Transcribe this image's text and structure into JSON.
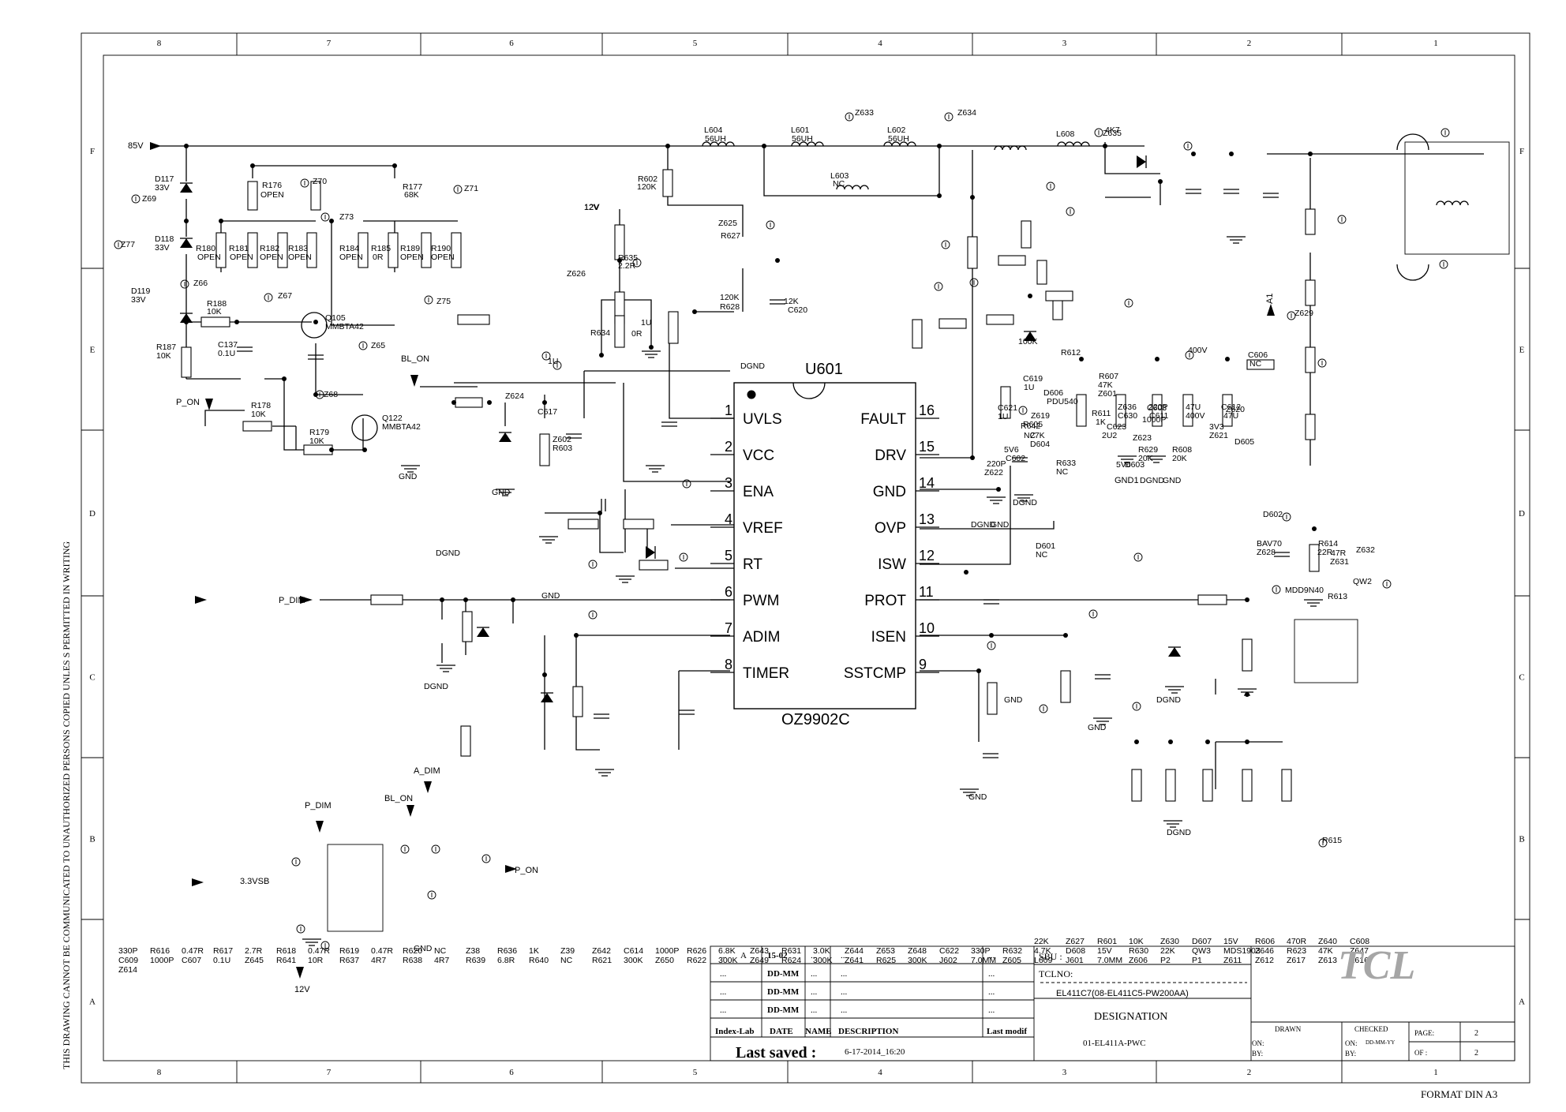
{
  "frame": {
    "columns": [
      "8",
      "7",
      "6",
      "5",
      "4",
      "3",
      "2",
      "1"
    ],
    "rows": [
      "F",
      "E",
      "D",
      "C",
      "B",
      "A"
    ],
    "side_note": "THIS DRAWING CANNOT BE COMMUNICATED TO UNAUTHORIZED PERSONS COPIED UNLES S PERMITTED IN WRITING",
    "format": "FORMAT DIN A3"
  },
  "ic": {
    "ref": "U601",
    "part": "OZ9902C",
    "left_pins": [
      {
        "n": "1",
        "name": "UVLS"
      },
      {
        "n": "2",
        "name": "VCC"
      },
      {
        "n": "3",
        "name": "ENA"
      },
      {
        "n": "4",
        "name": "VREF"
      },
      {
        "n": "5",
        "name": "RT"
      },
      {
        "n": "6",
        "name": "PWM"
      },
      {
        "n": "7",
        "name": "ADIM"
      },
      {
        "n": "8",
        "name": "TIMER"
      }
    ],
    "right_pins": [
      {
        "n": "16",
        "name": "FAULT"
      },
      {
        "n": "15",
        "name": "DRV"
      },
      {
        "n": "14",
        "name": "GND"
      },
      {
        "n": "13",
        "name": "OVP"
      },
      {
        "n": "12",
        "name": "ISW"
      },
      {
        "n": "11",
        "name": "PROT"
      },
      {
        "n": "10",
        "name": "ISEN"
      },
      {
        "n": "9",
        "name": "SSTCMP"
      }
    ]
  },
  "nets": {
    "v85": "85V",
    "v12": "12V",
    "p_on": "P_ON",
    "bl_on": "BL_ON",
    "p_dim": "P_DIM",
    "a_dim": "A_DIM",
    "v33sb": "3.3VSB",
    "gnd": "GND",
    "dgnd": "DGND",
    "gnd1": "GND1",
    "a1": "A1"
  },
  "labels": [
    "D117",
    "33V",
    "D118",
    "33V",
    "D119",
    "33V",
    "Z69",
    "Z77",
    "Z66",
    "Z70",
    "Z71",
    "Z73",
    "Z75",
    "Z67",
    "Z65",
    "Z68",
    "R176",
    "OPEN",
    "R177",
    "68K",
    "R180",
    "OPEN",
    "R181",
    "OPEN",
    "R182",
    "OPEN",
    "R183",
    "OPEN",
    "R184",
    "OPEN",
    "R185",
    "0R",
    "R189",
    "OPEN",
    "R190",
    "OPEN",
    "R188",
    "10K",
    "Q105",
    "MMBTA42",
    "R187",
    "10K",
    "C137",
    "0.1U",
    "R178",
    "10K",
    "R179",
    "10K",
    "Q122",
    "MMBTA42",
    "L604",
    "56UH",
    "L601",
    "56UH",
    "L602",
    "56UH",
    "L603",
    "NC",
    "L608",
    "Z633",
    "Z634",
    "Z635",
    "R602",
    "120K",
    "12V",
    "R635",
    "2.2R",
    "Z626",
    "Z625",
    "R627",
    "120K",
    "R628",
    "12K",
    "C620",
    "1U",
    "R634",
    "0R",
    "Z624",
    "C617",
    "1U",
    "Z602",
    "R603",
    "4K7",
    "Z623",
    "D603",
    "5V6",
    "R612",
    "100K",
    "C603",
    "1000P",
    "C623",
    "2U2",
    "R629",
    "20K",
    "R608",
    "20K",
    "Z620",
    "D605",
    "3V3",
    "Z621",
    "R607",
    "47K",
    "Z601",
    "R611",
    "1K",
    "Z619",
    "R605",
    "27K",
    "D604",
    "5V6",
    "C602",
    "220P",
    "Z622",
    "D601",
    "NC",
    "R633",
    "NC",
    "C621",
    "1U",
    "C619",
    "1U",
    "R642",
    "NC",
    "D606",
    "PDU540",
    "Z636",
    "C630",
    "220P",
    "C611",
    "47U",
    "400V",
    "C612",
    "47U",
    "400V",
    "C606",
    "NC",
    "Z629",
    "D602",
    "BAV70",
    "Z628",
    "R614",
    "22R",
    "Z632",
    "QW2",
    "MDD9N40",
    "R613",
    "47R",
    "Z631",
    "R615",
    "22K",
    "Z627",
    "R601",
    "10K",
    "Z630",
    "D607",
    "15V",
    "R606",
    "470R",
    "Z640",
    "C608",
    "330P",
    "R616",
    "0.47R",
    "R617",
    "2.7R",
    "R618",
    "0.47R",
    "R619",
    "0.47R",
    "R620",
    "NC",
    "Z38",
    "R636",
    "1K",
    "Z39",
    "Z642",
    "C614",
    "1000P",
    "R626",
    "6.8K",
    "Z643",
    "R631",
    "3.0K",
    "Z644",
    "Z653",
    "Z648",
    "C622",
    "330P",
    "R632",
    "4.7K",
    "D608",
    "15V",
    "R630",
    "22K",
    "QW3",
    "MDS1903",
    "Z646",
    "R623",
    "47K",
    "Z647",
    "C609",
    "1000P",
    "C607",
    "0.1U",
    "Z645",
    "R641",
    "10R",
    "R637",
    "4R7",
    "R638",
    "4R7",
    "R639",
    "6.8R",
    "R640",
    "NC",
    "R621",
    "300K",
    "Z650",
    "R622",
    "300K",
    "Z649",
    "R624",
    "300K",
    "Z641",
    "R625",
    "300K",
    "J602",
    "7.0MM",
    "Z605",
    "L609",
    "J601",
    "7.0MM",
    "Z606",
    "P2",
    "P1",
    "Z611",
    "Z612",
    "Z617",
    "Z613",
    "Z616",
    "Z614"
  ],
  "title_block": {
    "rows": [
      {
        "c1": "...",
        "c2": "A",
        "c3": "15-02",
        "c4": "...",
        "c5": "...",
        "c6": "..."
      },
      {
        "c1": "...",
        "c2": "",
        "c3": "DD-MM",
        "c4": "...",
        "c5": "...",
        "c6": "..."
      },
      {
        "c1": "...",
        "c2": "",
        "c3": "DD-MM",
        "c4": "...",
        "c5": "...",
        "c6": "..."
      },
      {
        "c1": "...",
        "c2": "",
        "c3": "DD-MM",
        "c4": "...",
        "c5": "...",
        "c6": "..."
      }
    ],
    "head": {
      "index": "Index-Lab",
      "date": "DATE",
      "name": "NAME",
      "description": "DESCRIPTION",
      "last_modif": "Last modif"
    },
    "last_saved_label": "Last saved :",
    "last_saved_value": "6-17-2014_16:20",
    "sbu": "SBU :",
    "tclno": "TCLNO:",
    "tclno_value": "EL411C7(08-EL411C5-PW200AA)",
    "designation": "DESIGNATION",
    "designation_value": "01-EL411A-PWC",
    "logo": "TCL",
    "drawn": "DRAWN",
    "checked": "CHECKED",
    "on": "ON:",
    "by": "BY:",
    "on_date": "DD-MM-YY",
    "page_label": "PAGE:",
    "page_value": "2",
    "of_label": "OF :",
    "of_value": "2"
  }
}
